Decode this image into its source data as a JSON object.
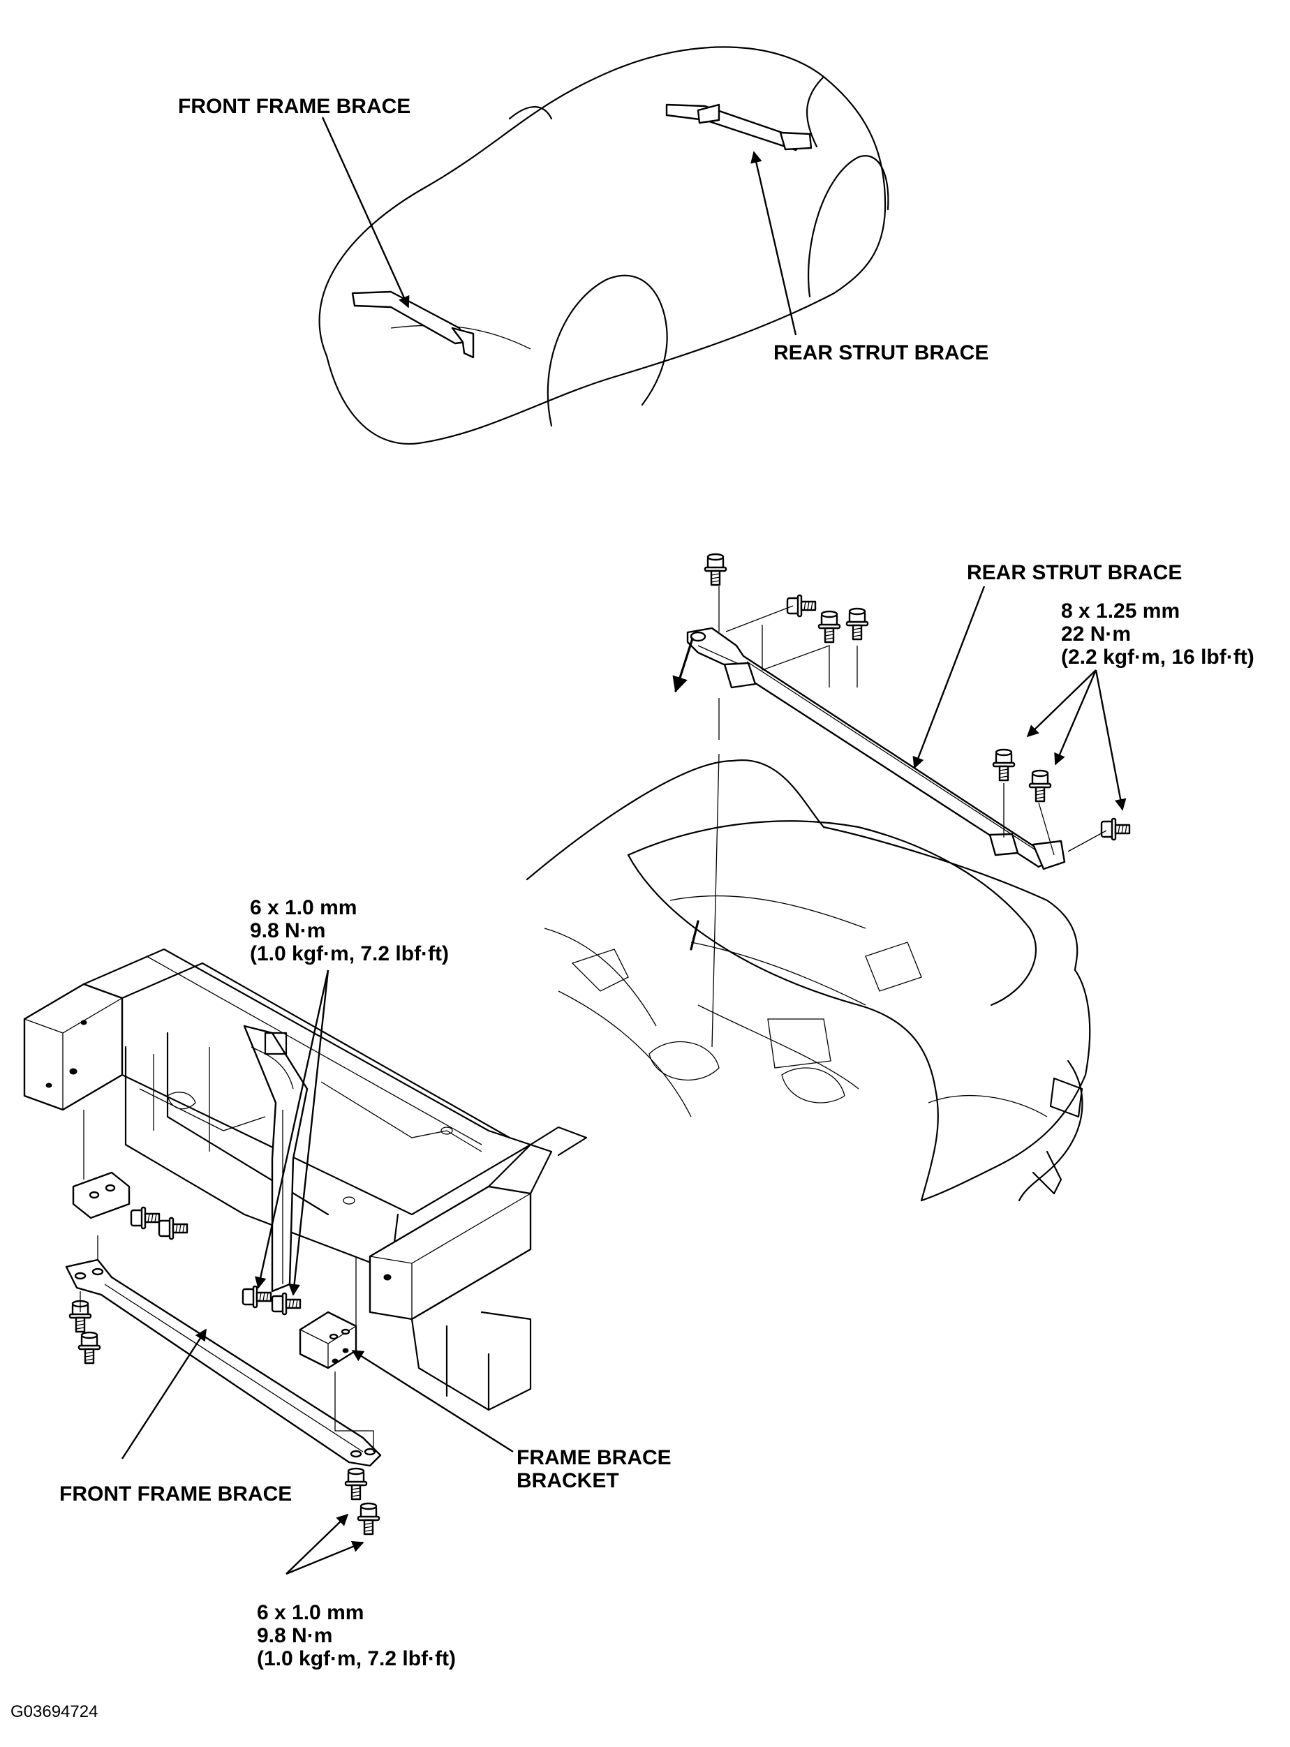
{
  "diagram": {
    "labels": {
      "top_front_frame_brace": "FRONT FRAME BRACE",
      "top_rear_strut_brace": "REAR STRUT BRACE",
      "rear_strut_brace": "REAR STRUT BRACE",
      "rear_spec_line1": "8 x 1.25 mm",
      "rear_spec_line2": "22 N·m",
      "rear_spec_line3": "(2.2 kgf·m, 16 lbf·ft)",
      "upper_spec_line1": "6 x 1.0 mm",
      "upper_spec_line2": "9.8 N·m",
      "upper_spec_line3": "(1.0 kgf·m, 7.2 lbf·ft)",
      "front_frame_brace": "FRONT FRAME BRACE",
      "frame_brace_bracket_line1": "FRAME BRACE",
      "frame_brace_bracket_line2": "BRACKET",
      "lower_spec_line1": "6 x 1.0 mm",
      "lower_spec_line2": "9.8 N·m",
      "lower_spec_line3": "(1.0 kgf·m, 7.2 lbf·ft)"
    },
    "figure_code": "G03694724"
  }
}
